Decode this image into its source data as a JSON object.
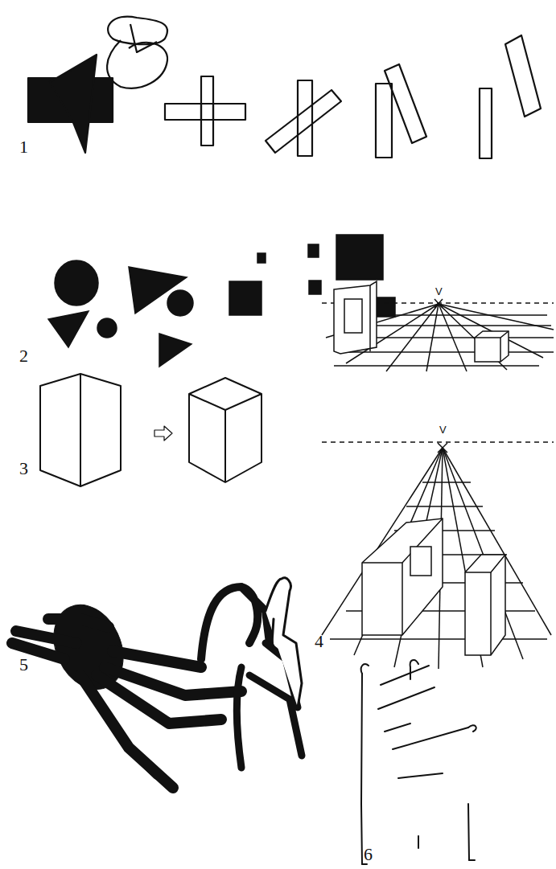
{
  "diagram": {
    "labels": [
      "1",
      "2",
      "3",
      "V",
      "V",
      "4",
      "5",
      "6"
    ]
  }
}
